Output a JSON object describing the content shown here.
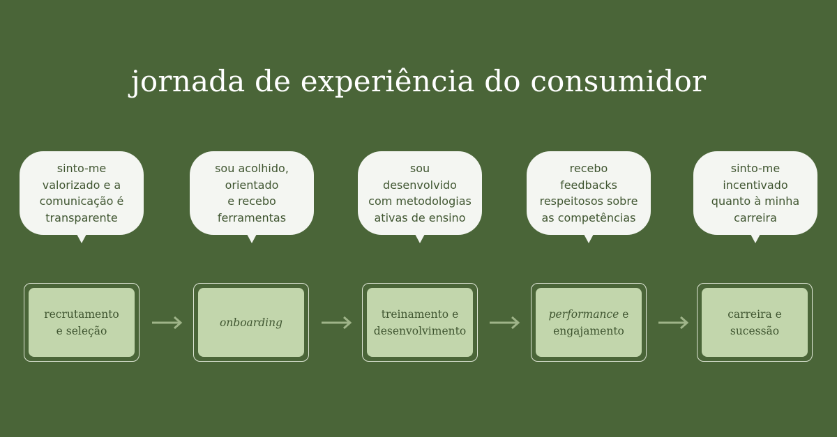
{
  "title": "jornada de experiência do consumidor",
  "steps": [
    {
      "bubble": "sinto-me\nvalorizado e a\ncomunicação é\ntransparente",
      "stage": "recrutamento\ne seleção"
    },
    {
      "bubble": "sou acolhido,\norientado\ne recebo\nferramentas",
      "stage_em": "onboarding",
      "stage_rest": ""
    },
    {
      "bubble": "sou\ndesenvolvido\ncom metodologias\nativas de ensino",
      "stage": "treinamento e\ndesenvolvimento"
    },
    {
      "bubble": "recebo\nfeedbacks\nrespeitosos sobre\nas competências",
      "stage_em": "performance",
      "stage_rest": " e\nengajamento"
    },
    {
      "bubble": "sinto-me\nincentivado\nquanto à minha\ncarreira",
      "stage": "carreira e\nsucessão"
    }
  ],
  "colors": {
    "background": "#4a6538",
    "bubble": "#f4f6f2",
    "stage_fill": "#c2d6ac",
    "text": "#3f5530",
    "arrow": "#9fb489"
  },
  "icons": {
    "connector": "arrow-right-icon"
  }
}
